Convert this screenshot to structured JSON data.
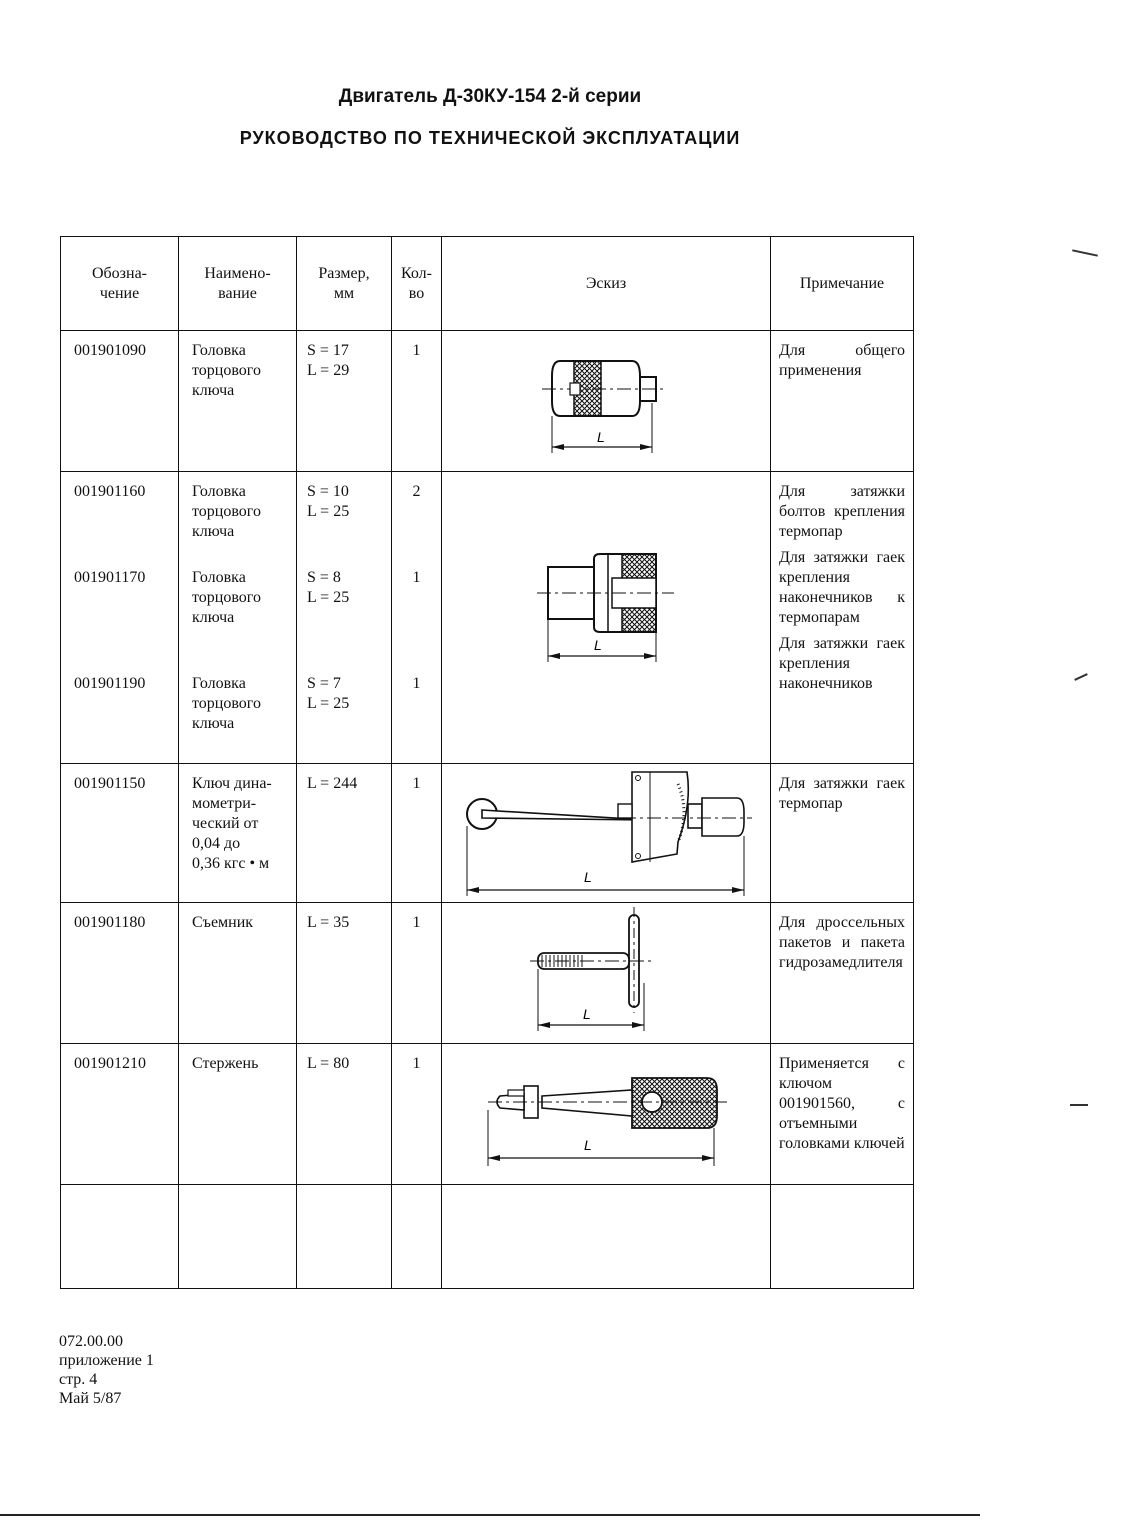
{
  "header": {
    "title": "Двигатель Д-30КУ-154 2-й серии",
    "subtitle": "РУКОВОДСТВО ПО ТЕХНИЧЕСКОЙ ЭКСПЛУАТАЦИИ"
  },
  "table": {
    "columns": [
      "Обозна-\nчение",
      "Наимено-\nвание",
      "Размер,\nмм",
      "Кол-\nво",
      "Эскиз",
      "Примечание"
    ],
    "rows": [
      {
        "items": [
          {
            "code": "001901090",
            "name": "Головка\nторцового\nключа",
            "size": "S = 17\nL = 29",
            "qty": "1"
          }
        ],
        "note": "Для общего применения",
        "sketch": "socket-head-sketch",
        "sketch_label": "L"
      },
      {
        "items": [
          {
            "code": "001901160",
            "name": "Головка\nторцового\nключа",
            "size": "S = 10\nL = 25",
            "qty": "2",
            "note": "Для затяжки болтов крепления термопар"
          },
          {
            "code": "001901170",
            "name": "Головка\nторцового\nключа",
            "size": "S = 8\nL = 25",
            "qty": "1",
            "note": "Для затяжки гаек крепления наконечников к термопарам"
          },
          {
            "code": "001901190",
            "name": "Головка\nторцового\nключа",
            "size": "S = 7\nL = 25",
            "qty": "1",
            "note": "Для затяжки гаек крепления наконечников"
          }
        ],
        "sketch": "small-socket-head-sketch",
        "sketch_label": "L"
      },
      {
        "items": [
          {
            "code": "001901150",
            "name": "Ключ дина-\nмометри-\nческий от\n0,04 до\n0,36 кгс • м",
            "size": "L = 244",
            "qty": "1"
          }
        ],
        "note": "Для затяжки гаек термопар",
        "sketch": "torque-wrench-sketch",
        "sketch_label": "L"
      },
      {
        "items": [
          {
            "code": "001901180",
            "name": "Съемник",
            "size": "L = 35",
            "qty": "1"
          }
        ],
        "note": "Для дроссельных пакетов и пакета гидрозамедлителя",
        "sketch": "puller-sketch",
        "sketch_label": "L"
      },
      {
        "items": [
          {
            "code": "001901210",
            "name": "Стержень",
            "size": "L = 80",
            "qty": "1"
          }
        ],
        "note": "Применяется с ключом 001901560, с отъемными головками ключей",
        "sketch": "rod-sketch",
        "sketch_label": "L"
      }
    ]
  },
  "footer": {
    "line1": "072.00.00",
    "line2": "приложение 1",
    "line3": "стр. 4",
    "line4": "Май 5/87"
  }
}
